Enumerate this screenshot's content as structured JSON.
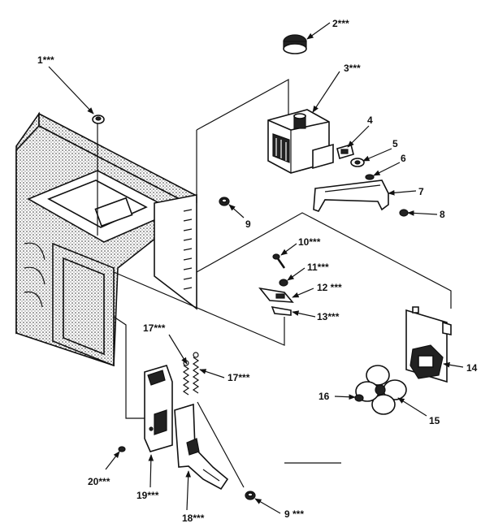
{
  "diagram": {
    "callouts": [
      {
        "id": "c1",
        "text": "1***"
      },
      {
        "id": "c2",
        "text": "2***"
      },
      {
        "id": "c3",
        "text": "3***"
      },
      {
        "id": "c4",
        "text": "4"
      },
      {
        "id": "c5",
        "text": "5"
      },
      {
        "id": "c6",
        "text": "6"
      },
      {
        "id": "c7",
        "text": "7"
      },
      {
        "id": "c8",
        "text": "8"
      },
      {
        "id": "c9a",
        "text": "9"
      },
      {
        "id": "c10",
        "text": "10***"
      },
      {
        "id": "c11",
        "text": "11***"
      },
      {
        "id": "c12",
        "text": "12 ***"
      },
      {
        "id": "c13",
        "text": "13***"
      },
      {
        "id": "c14",
        "text": "14"
      },
      {
        "id": "c15",
        "text": "15"
      },
      {
        "id": "c16",
        "text": "16"
      },
      {
        "id": "c17a",
        "text": "17***"
      },
      {
        "id": "c17b",
        "text": "17***"
      },
      {
        "id": "c18",
        "text": "18***"
      },
      {
        "id": "c19",
        "text": "19***"
      },
      {
        "id": "c20",
        "text": "20***"
      },
      {
        "id": "c9b",
        "text": "9 ***"
      }
    ]
  }
}
